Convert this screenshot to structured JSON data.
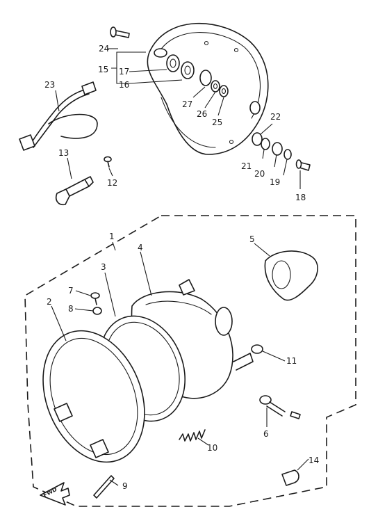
{
  "diagram": {
    "callouts": [
      {
        "id": "1",
        "text": "1"
      },
      {
        "id": "2",
        "text": "2"
      },
      {
        "id": "3",
        "text": "3"
      },
      {
        "id": "4",
        "text": "4"
      },
      {
        "id": "5",
        "text": "5"
      },
      {
        "id": "6",
        "text": "6"
      },
      {
        "id": "7",
        "text": "7"
      },
      {
        "id": "8",
        "text": "8"
      },
      {
        "id": "9",
        "text": "9"
      },
      {
        "id": "10",
        "text": "10"
      },
      {
        "id": "11",
        "text": "11"
      },
      {
        "id": "12",
        "text": "12"
      },
      {
        "id": "13",
        "text": "13"
      },
      {
        "id": "14",
        "text": "14"
      },
      {
        "id": "15",
        "text": "15"
      },
      {
        "id": "16",
        "text": "16"
      },
      {
        "id": "17",
        "text": "17"
      },
      {
        "id": "18",
        "text": "18"
      },
      {
        "id": "19",
        "text": "19"
      },
      {
        "id": "20",
        "text": "20"
      },
      {
        "id": "21",
        "text": "21"
      },
      {
        "id": "22",
        "text": "22"
      },
      {
        "id": "23",
        "text": "23"
      },
      {
        "id": "24",
        "text": "24"
      },
      {
        "id": "25",
        "text": "25"
      },
      {
        "id": "26",
        "text": "26"
      },
      {
        "id": "27",
        "text": "27"
      }
    ],
    "fwd_arrow_label": "FWD",
    "ink_color": "#1a1a1a",
    "background_color": "#ffffff"
  }
}
